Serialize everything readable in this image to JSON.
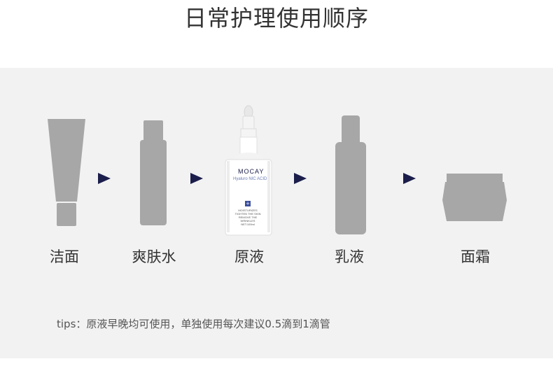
{
  "title": "日常护理使用顺序",
  "steps": [
    {
      "label": "洁面",
      "icon": "tube-icon"
    },
    {
      "label": "爽肤水",
      "icon": "bottle-icon"
    },
    {
      "label": "原液",
      "icon": "serum-dropper-bottle"
    },
    {
      "label": "乳液",
      "icon": "lotion-bottle-icon"
    },
    {
      "label": "面霜",
      "icon": "cream-jar-icon"
    }
  ],
  "product": {
    "brand": "MOCAY",
    "name": "Hyaluro NIC ACID",
    "claims": [
      "MOISTURIZES",
      "TIGHTEN THE SKIN",
      "REMOVE THE WRINKLES"
    ],
    "net": "NET:100ml"
  },
  "tips": "tips：原液早晚均可使用，单独使用每次建议0.5滴到1滴管",
  "colors": {
    "silhouette": "#a7a7a7",
    "arrow": "#1b1e4b",
    "panel": "#f2f2f2"
  }
}
